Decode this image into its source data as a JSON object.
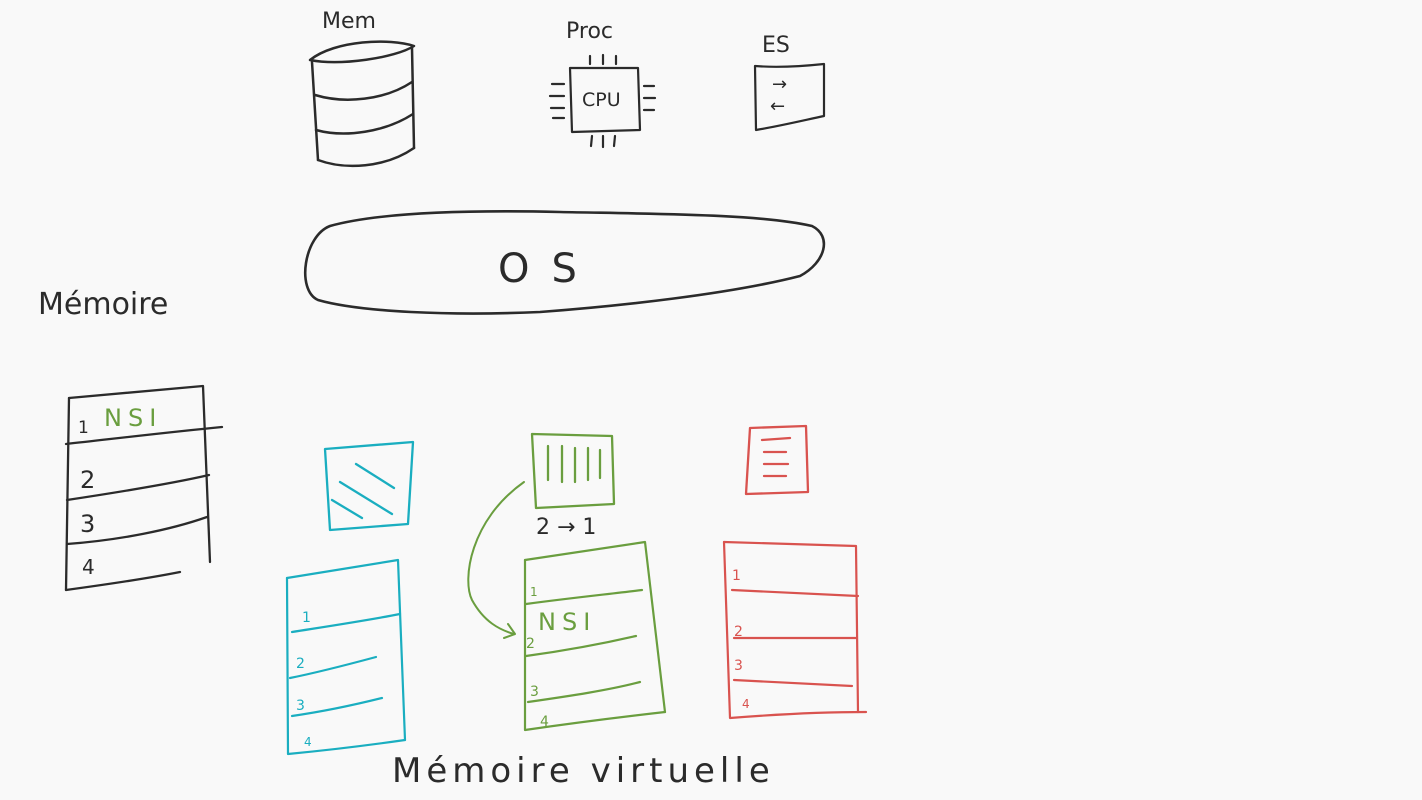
{
  "colors": {
    "ink": "#2b2b2b",
    "green": "#6a9e3f",
    "cyan": "#1aaec0",
    "red": "#d9534f",
    "background": "#f9f9f9"
  },
  "top_resources": {
    "mem_label": "Mem",
    "proc_label": "Proc",
    "cpu_text": "CPU",
    "es_label": "ES",
    "es_icons": [
      "→",
      "←"
    ]
  },
  "os": {
    "label": "OS"
  },
  "physical_memory": {
    "title": "Mémoire",
    "rows": [
      {
        "index": "1",
        "content": "NSI"
      },
      {
        "index": "2",
        "content": ""
      },
      {
        "index": "3",
        "content": ""
      },
      {
        "index": "4",
        "content": ""
      }
    ]
  },
  "virtual_memory": {
    "title": "Mémoire virtuelle",
    "mapping_label": "2 → 1",
    "tables": [
      {
        "color": "cyan",
        "rows": [
          "1",
          "2",
          "3",
          "4"
        ],
        "page_content": []
      },
      {
        "color": "green",
        "rows": [
          "1",
          "2",
          "3",
          "4"
        ],
        "page_content": [
          "",
          "NSI",
          "",
          ""
        ]
      },
      {
        "color": "red",
        "rows": [
          "1",
          "2",
          "3",
          "4"
        ],
        "page_content": []
      }
    ]
  }
}
